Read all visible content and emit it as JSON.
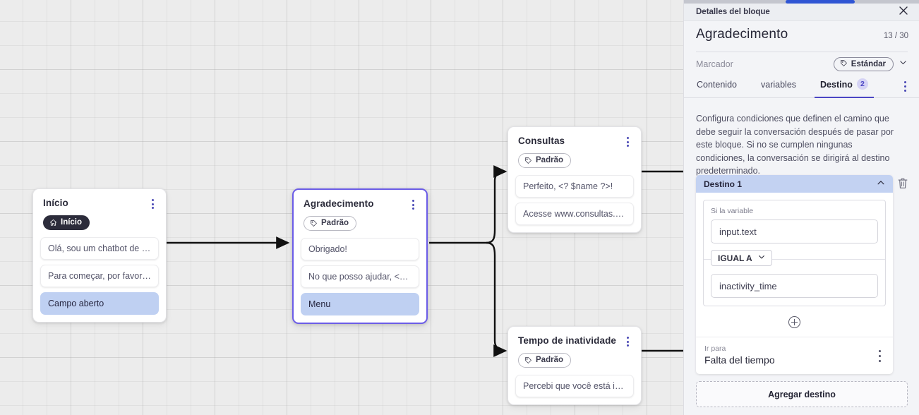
{
  "canvas": {
    "nodes": [
      {
        "id": "inicio",
        "title": "Início",
        "chip": "Início",
        "chip_icon": "home-icon",
        "chip_style": "start",
        "selected": false,
        "rows": [
          {
            "text": "Olá, sou um chatbot de teste!",
            "highlight": false
          },
          {
            "text": "Para começar, por favor digite o ...",
            "highlight": false
          },
          {
            "text": "Campo aberto",
            "highlight": true
          }
        ]
      },
      {
        "id": "agradecimento",
        "title": "Agradecimento",
        "chip": "Padrão",
        "chip_icon": "tag-icon",
        "chip_style": "default",
        "selected": true,
        "rows": [
          {
            "text": "Obrigado!",
            "highlight": false
          },
          {
            "text": "No que posso ajudar, <? $name ...",
            "highlight": false
          },
          {
            "text": "Menu",
            "highlight": true
          }
        ]
      },
      {
        "id": "consultas",
        "title": "Consultas",
        "chip": "Padrão",
        "chip_icon": "tag-icon",
        "chip_style": "default",
        "selected": false,
        "rows": [
          {
            "text": "Perfeito, <? $name ?>!",
            "highlight": false
          },
          {
            "text": "Acesse www.consultas.com par...",
            "highlight": false
          }
        ]
      },
      {
        "id": "inatividade",
        "title": "Tempo de inatividade",
        "chip": "Padrão",
        "chip_icon": "tag-icon",
        "chip_style": "default",
        "selected": false,
        "rows": [
          {
            "text": "Percebi que você está inativo. C...",
            "highlight": false
          }
        ]
      }
    ]
  },
  "panel": {
    "header_title": "Detalles del bloque",
    "close_icon": "close-icon",
    "block_title": "Agradecimento",
    "char_count": "13 / 30",
    "marcador_label": "Marcador",
    "marcador_value": "Estándar",
    "marcador_icon": "tag-icon",
    "marcador_chevron": "chevron-down-icon",
    "tabs": [
      {
        "label": "Contenido",
        "active": false,
        "badge": ""
      },
      {
        "label": "variables",
        "active": false,
        "badge": ""
      },
      {
        "label": "Destino",
        "active": true,
        "badge": "2"
      }
    ],
    "description": "Configura condiciones que definen el camino que debe seguir la conversación después de pasar por este bloque. Si no se cumplen ningunas condiciones, la conversación se dirigirá al destino predeterminado.",
    "destino": {
      "header": "Destino 1",
      "collapse_icon": "chevron-up-icon",
      "delete_icon": "trash-icon",
      "condition_label": "Si la variable",
      "variable_value": "input.text",
      "operator": "IGUAL A",
      "operator_icon": "chevron-down-icon",
      "compare_value": "inactivity_time",
      "add_condition_icon": "plus-circle-icon",
      "goto_label": "Ir para",
      "goto_value": "Falta del tiempo",
      "goto_menu_icon": "kebab-menu-icon"
    },
    "add_destination_label": "Agregar destino"
  },
  "colors": {
    "accent": "#4b46c4",
    "scroll_thumb": "#2f55d4",
    "destino_header": "#c3d2f2",
    "row_highlight": "#bfd0f2",
    "canvas_bg": "#ececec"
  }
}
